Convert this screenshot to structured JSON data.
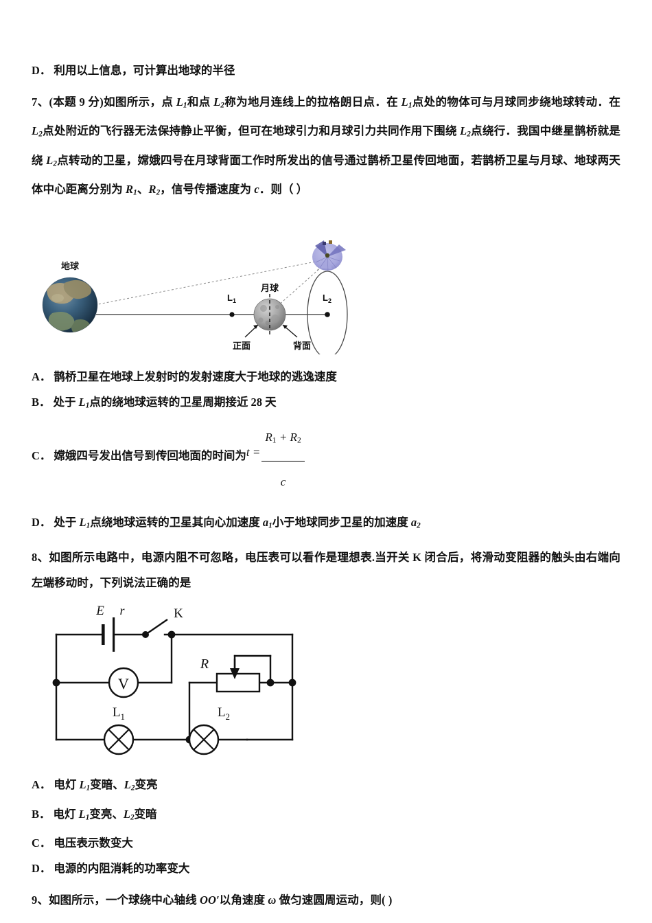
{
  "document": {
    "type": "physics-exam-page",
    "language": "zh-CN"
  },
  "prev_question_option": {
    "label": "D．",
    "text": "利用以上信息，可计算出地球的半径"
  },
  "question7": {
    "number": "7、",
    "stem_bold": "(本题 9 分)",
    "stem_part1": "如图所示，点 ",
    "L1a": "L",
    "L1a_sub": "1",
    "stem_part2": "和点 ",
    "L2a": "L",
    "L2a_sub": "2",
    "stem_part3": "称为地月连线上的拉格朗日点．在 ",
    "L1b": "L",
    "L1b_sub": "1",
    "stem_part4": "点处的物体可与月球同步绕地球转动．在 ",
    "L2b": "L",
    "L2b_sub": "2",
    "stem_part5": "点处附近的飞行器无法保持静止平衡，但可在地球引力和月球引力共同作用下围绕 ",
    "L2c": "L",
    "L2c_sub": "2",
    "stem_part6": "点绕行．我国中继星鹊桥就是绕 ",
    "L2d": "L",
    "L2d_sub": "2",
    "stem_part7": "点转动的卫星，嫦娥四号在月球背面工作时所发出的信号通过鹊桥卫星传回地面，若鹊桥卫星与月球、地球两天体中心距离分别为 ",
    "R1": "R",
    "R1_sub": "1",
    "stem_sep": "、",
    "R2": "R",
    "R2_sub": "2",
    "stem_part8": "，信号传播速度为 ",
    "c": "c",
    "stem_part9": "．则（    ）",
    "figure": {
      "name": "earth-moon-lagrange-diagram",
      "earth_label": "地球",
      "moon_label": "月球",
      "l1_label": "L",
      "l1_sub": "1",
      "l2_label": "L",
      "l2_sub": "2",
      "front_label": "正面",
      "back_label": "背面",
      "earth_color": "#2d4f6b",
      "moon_color": "#9a9a9a",
      "satellite_color": "#8f8fd0"
    },
    "options": [
      {
        "label": "A．",
        "text": "鹊桥卫星在地球上发射时的发射速度大于地球的逃逸速度"
      },
      {
        "label": "B．",
        "pre": "处于 ",
        "var": "L",
        "var_sub": "1",
        "post": "点的绕地球运转的卫星周期接近 28 天"
      },
      {
        "label": "C．",
        "text": "嫦娥四号发出信号到传回地面的时间为",
        "formula": {
          "lhs": "t",
          "eq": "=",
          "numerator_r1": "R",
          "numerator_r1_sub": "1",
          "numerator_plus": "+",
          "numerator_r2": "R",
          "numerator_r2_sub": "2",
          "denominator": "c"
        }
      },
      {
        "label": "D．",
        "pre": "处于 ",
        "var": "L",
        "var_sub": "1",
        "mid": "点绕地球运转的卫星其向心加速度 ",
        "a1": "a",
        "a1_sub": "1",
        "mid2": "小于地球同步卫星的加速度 ",
        "a2": "a",
        "a2_sub": "2"
      }
    ]
  },
  "question8": {
    "number": "8、",
    "text": "如图所示电路中，电源内阻不可忽略，电压表可以看作是理想表.当开关 K 闭合后，将滑动变阻器的触头由右端向左端移动时，下列说法正确的是",
    "figure": {
      "name": "circuit-diagram",
      "emf_label": "E",
      "internal_resistance_label": "r",
      "switch_label": "K",
      "voltmeter_label": "V",
      "lamp1_label": "L",
      "lamp1_sub": "1",
      "lamp2_label": "L",
      "lamp2_sub": "2",
      "rheostat_label": "R"
    },
    "options": [
      {
        "label": "A．",
        "pre": "电灯 ",
        "v1": "L",
        "v1_sub": "1",
        "mid": "变暗、",
        "v2": "L",
        "v2_sub": "2",
        "post": "变亮"
      },
      {
        "label": "B．",
        "pre": "电灯 ",
        "v1": "L",
        "v1_sub": "1",
        "mid": "变亮、",
        "v2": "L",
        "v2_sub": "2",
        "post": "变暗"
      },
      {
        "label": "C．",
        "text": "电压表示数变大"
      },
      {
        "label": "D．",
        "text": "电源的内阻消耗的功率变大"
      }
    ]
  },
  "question9": {
    "number": "9、",
    "pre": "如图所示，一个球绕中心轴线 ",
    "axis": "OO′",
    "mid": "以角速度 ",
    "omega": "ω",
    "post": " 做匀速圆周运动，则(      )"
  }
}
